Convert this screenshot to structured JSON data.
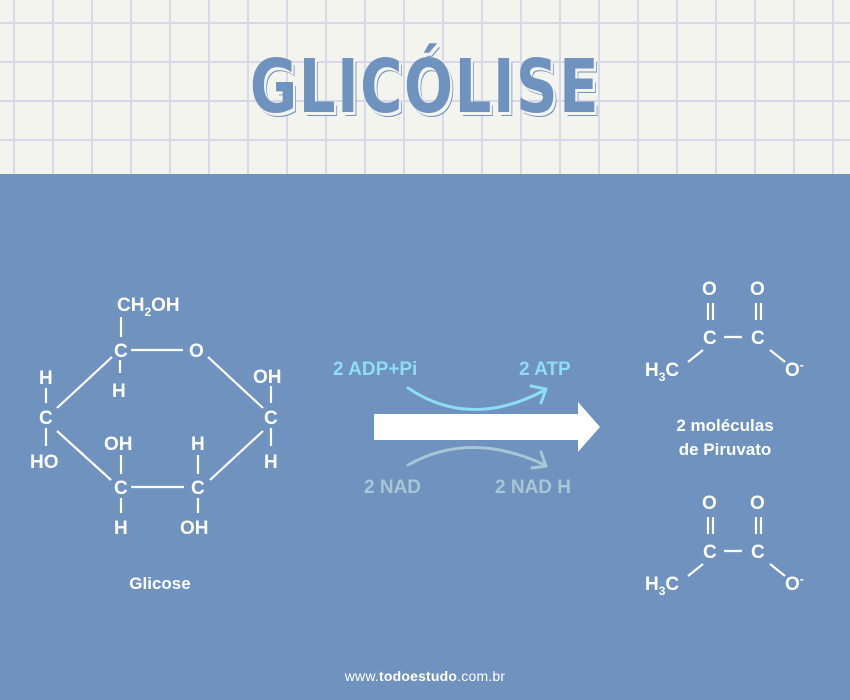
{
  "header": {
    "title": "GLICÓLISE"
  },
  "colors": {
    "background_blue": "#6f92be",
    "grid_paper": "#f4f4ef",
    "grid_line": "#d9d8ea",
    "atp_cyan": "#8fdcf7",
    "nad_gray": "#a9c6d6",
    "white": "#ffffff"
  },
  "glucose": {
    "label": "Glicose",
    "atoms": {
      "ch2oh_ch": "CH",
      "ch2oh_sub": "2",
      "ch2oh_oh": "OH",
      "c5": "C",
      "c5_h": "H",
      "ring_o": "O",
      "c1": "C",
      "c1_oh": "OH",
      "c1_h": "H",
      "c4": "C",
      "c4_h": "H",
      "c4_ho": "HO",
      "c3": "C",
      "c3_oh": "OH",
      "c3_h": "H",
      "c2": "C",
      "c2_h": "H",
      "c2_oh": "OH"
    }
  },
  "reaction": {
    "input_energy": "2 ADP+Pi",
    "output_energy": "2 ATP",
    "input_carrier": "2 NAD",
    "output_carrier": "2 NAD H"
  },
  "pyruvate": {
    "label_line1": "2 moléculas",
    "label_line2": "de Piruvato",
    "atoms": {
      "o_left": "O",
      "o_right": "O",
      "c_left": "C",
      "c_right": "C",
      "h": "H",
      "h_sub": "3",
      "c_methyl": "C",
      "o_minus": "O",
      "charge": "-"
    }
  },
  "footer": {
    "prefix": "www.",
    "brand": "todoestudo",
    "suffix": ".com.br"
  }
}
